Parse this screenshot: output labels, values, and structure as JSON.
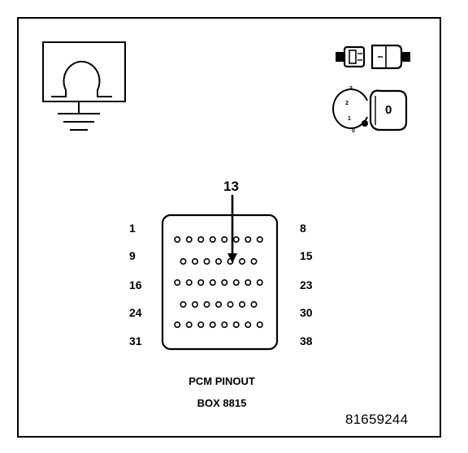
{
  "diagram": {
    "pin_labels_left": [
      "1",
      "9",
      "16",
      "24",
      "31"
    ],
    "pin_labels_right": [
      "8",
      "15",
      "23",
      "30",
      "38"
    ],
    "callout_pin": "13",
    "caption_line1": "PCM PINOUT",
    "caption_line2": "BOX 8815",
    "part_number": "81659244",
    "key_switch": {
      "positions": [
        "3",
        "2",
        "1",
        "0"
      ],
      "key_label": "0"
    },
    "icons": [
      "ohmmeter-ground-icon",
      "connector-icon",
      "ignition-key-icon"
    ]
  }
}
